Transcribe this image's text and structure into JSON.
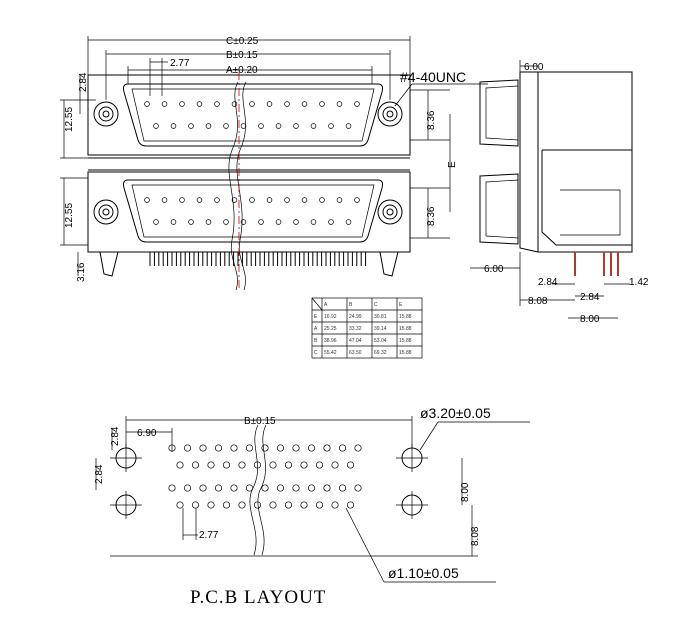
{
  "front_view": {
    "dim_c": "C±0.25",
    "dim_b": "B±0.15",
    "dim_a": "A±0.20",
    "pitch": "2.77",
    "thread": "#4-40UNC",
    "left_2_84": "2.84",
    "left_top_12_55": "12.55",
    "left_bot_12_55": "12.55",
    "right_top_8_36": "8.36",
    "right_bot_8_36": "8.36",
    "offset_e": "E",
    "bottom_3_16": "3.16"
  },
  "side_view": {
    "top_6_00": "6.00",
    "bottom_6_00": "6.00",
    "d_2_84_left": "2.84",
    "d_2_84_mid": "2.84",
    "d_1_42": "1.42",
    "d_8_08": "8.08",
    "d_8_00": "8.00"
  },
  "dimension_table": {
    "headers": [
      "",
      "A",
      "B",
      "C",
      "E"
    ],
    "rows": [
      [
        "E",
        "16.92",
        "24.99",
        "30.81",
        "15.88"
      ],
      [
        "A",
        "25.25",
        "33.32",
        "39.14",
        "15.88"
      ],
      [
        "B",
        "38.96",
        "47.04",
        "53.04",
        "15.88"
      ],
      [
        "C",
        "55.42",
        "63.50",
        "69.32",
        "15.88"
      ]
    ]
  },
  "pcb_layout": {
    "dim_b": "B±0.15",
    "d_6_90": "6.90",
    "d_2_84_top": "2.84",
    "d_2_84_left": "2.84",
    "d_8_00": "8.00",
    "d_8_08": "8.08",
    "pitch": "2.77",
    "mount_hole": "ø3.20±0.05",
    "pin_hole": "ø1.10±0.05",
    "title": "P.C.B LAYOUT"
  },
  "colors": {
    "line": "#000000",
    "centerline": "#cc0000",
    "pin": "#b03a2e"
  }
}
